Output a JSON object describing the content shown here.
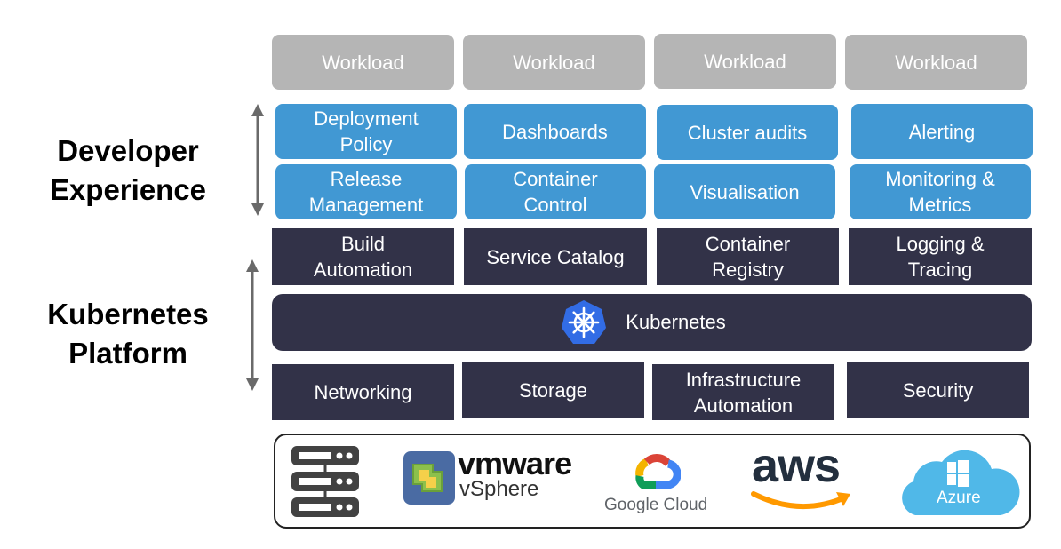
{
  "sections": {
    "developer_experience": "Developer\nExperience",
    "kubernetes_platform": "Kubernetes\nPlatform"
  },
  "workloads": [
    "Workload",
    "Workload",
    "Workload",
    "Workload"
  ],
  "developer_experience": {
    "row1": [
      "Deployment\nPolicy",
      "Dashboards",
      "Cluster audits",
      "Alerting"
    ],
    "row2": [
      "Release\nManagement",
      "Container\nControl",
      "Visualisation",
      "Monitoring &\nMetrics"
    ]
  },
  "platform": {
    "row1": [
      "Build\nAutomation",
      "Service Catalog",
      "Container\nRegistry",
      "Logging &\nTracing"
    ],
    "kubernetes": "Kubernetes",
    "row3": [
      "Networking",
      "Storage",
      "Infrastructure\nAutomation",
      "Security"
    ]
  },
  "providers": {
    "on_prem": "server-rack-icon",
    "vmware_brand": "vmware",
    "vmware_product": "vSphere",
    "gcp": "Google Cloud",
    "aws": "aws",
    "azure": "Azure"
  },
  "colors": {
    "workload": "#b5b5b5",
    "developer_experience": "#4198d3",
    "platform": "#323248",
    "kubernetes_logo": "#326ce5",
    "aws_orange": "#ff9900",
    "azure_blue": "#50b8e8"
  }
}
